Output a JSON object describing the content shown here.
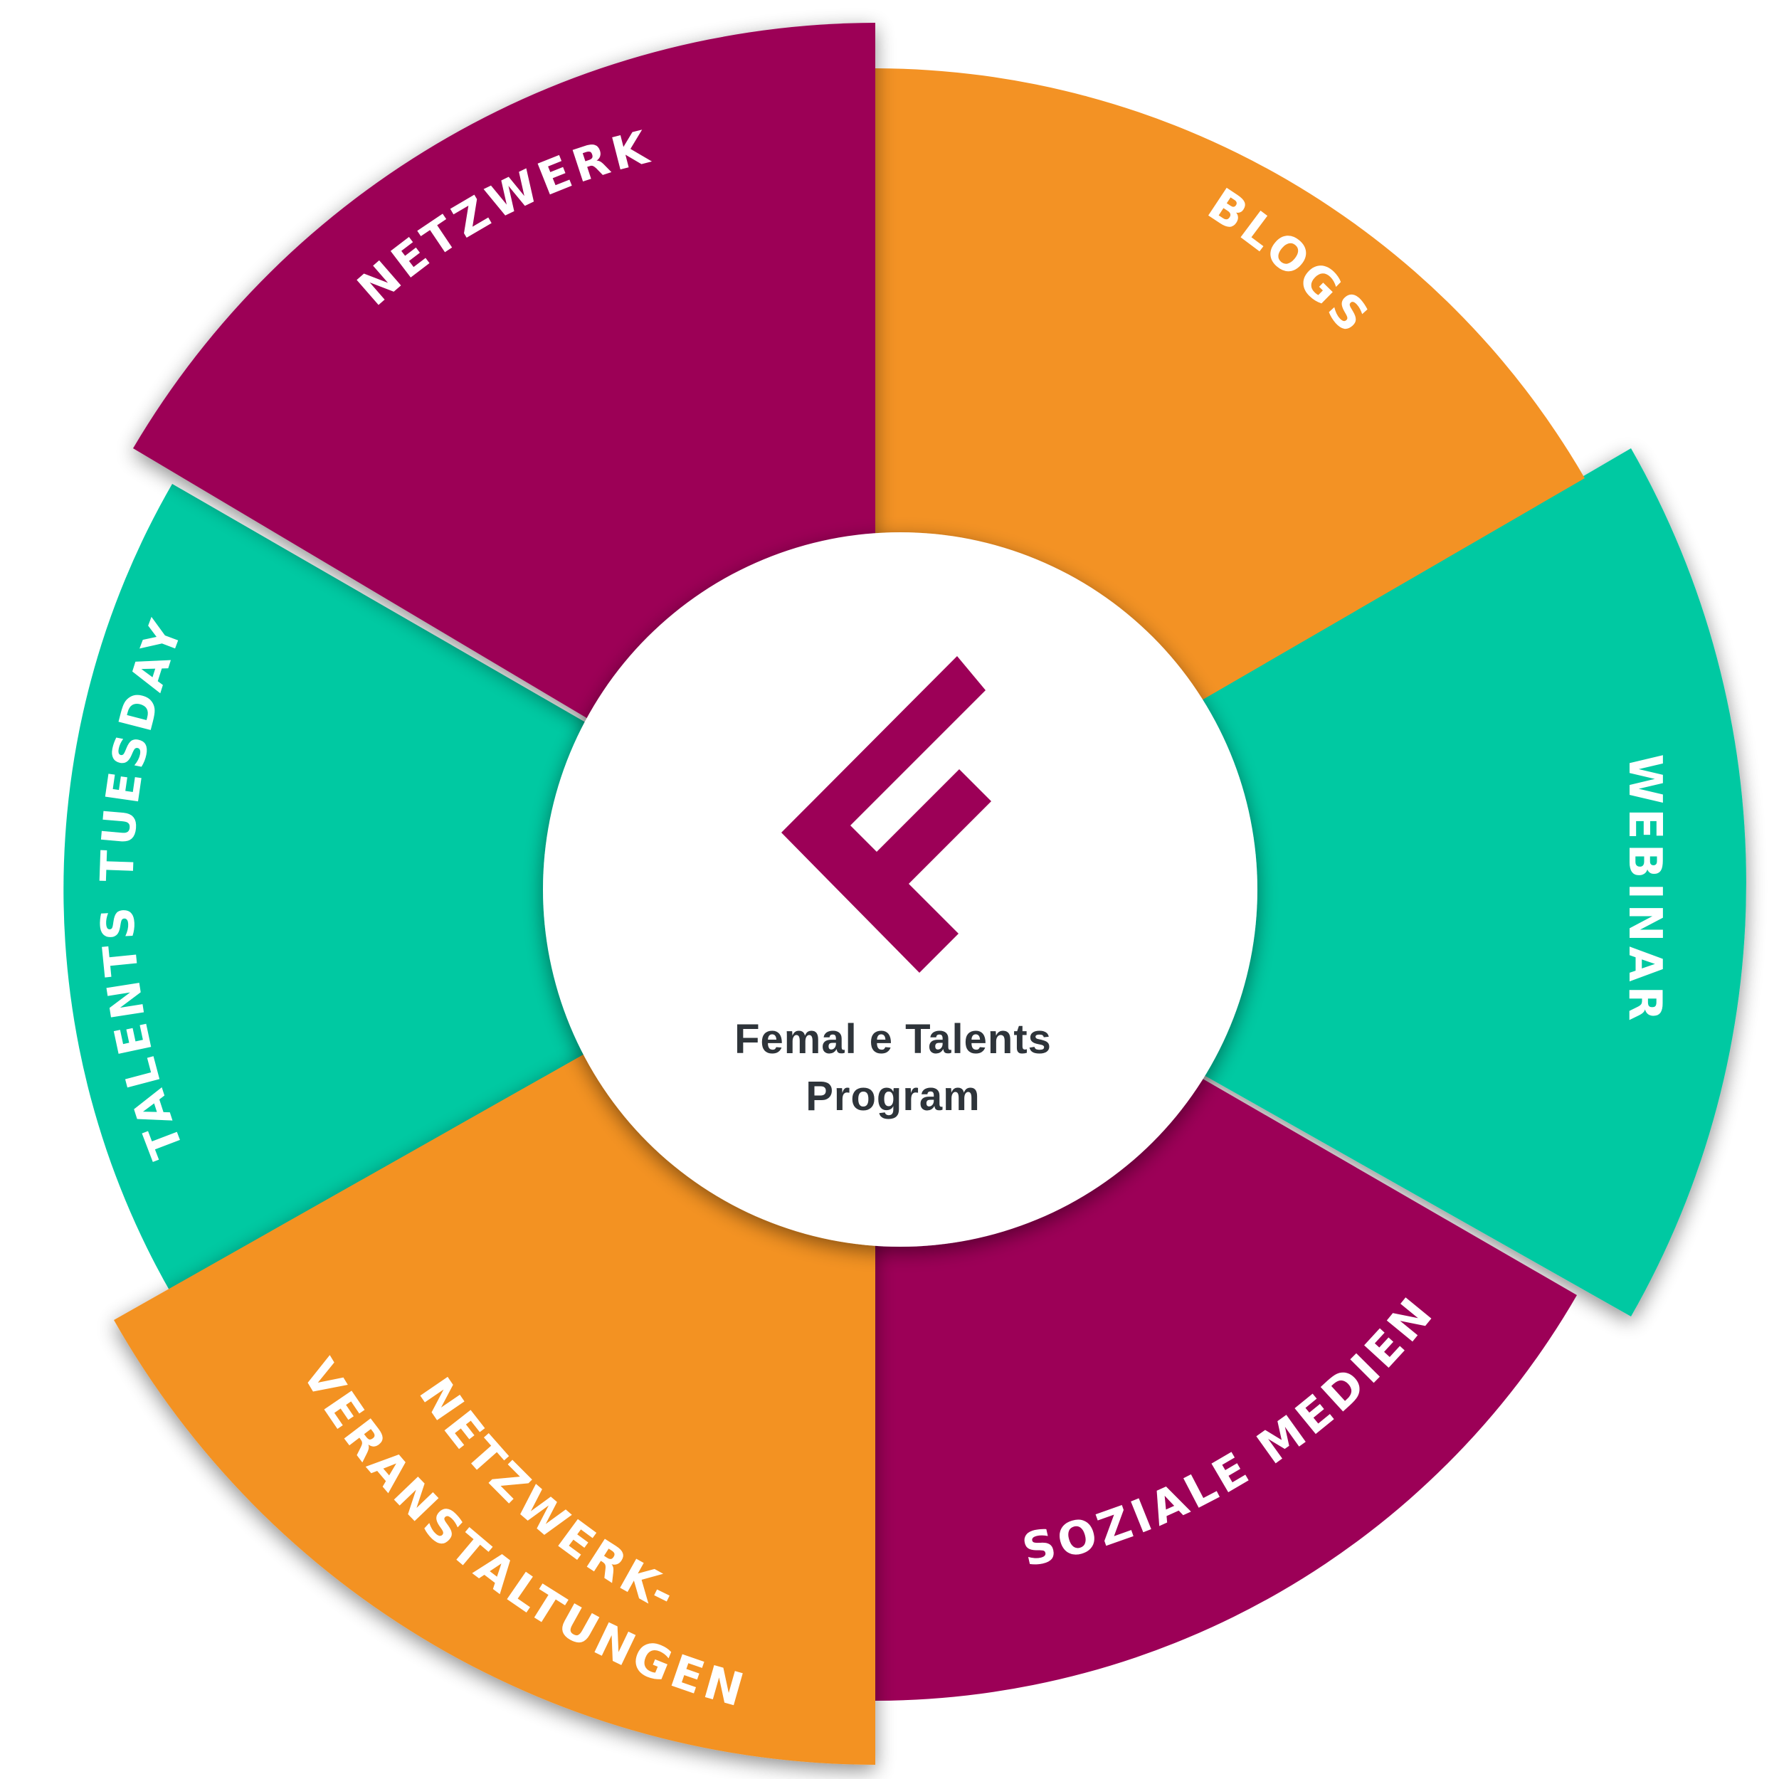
{
  "colors": {
    "magenta": "#9c0057",
    "orange": "#f39224",
    "teal": "#00c9a2",
    "white": "#ffffff",
    "dark_text": "#2e343a"
  },
  "segments": [
    {
      "id": "netzwerk",
      "label": "NETZWERK",
      "color": "magenta",
      "icon": "none"
    },
    {
      "id": "blogs",
      "label": "BLOGS",
      "color": "orange",
      "icon": "none"
    },
    {
      "id": "webinar",
      "label": "WEBINAR",
      "color": "teal",
      "icon": "none"
    },
    {
      "id": "soziale-medien",
      "label": "SOZIALE MEDIEN",
      "color": "magenta",
      "icon": "none"
    },
    {
      "id": "netzwerk-veranstaltungen",
      "label_line1": "NETZWERK-",
      "label_line2": "VERANSTALTUNGEN",
      "color": "orange",
      "icon": "none"
    },
    {
      "id": "talents-tuesday",
      "label": "TALENTS TUESDAY",
      "color": "teal",
      "icon": "none"
    }
  ],
  "center": {
    "logo": "female-talents-f-logo",
    "title_line1": "Femal e Talents",
    "title_line2": "Program"
  }
}
